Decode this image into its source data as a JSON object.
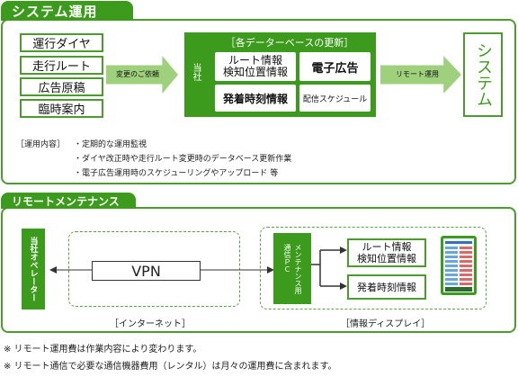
{
  "section1": {
    "title": "システム運用",
    "inputs": [
      "運行ダイヤ",
      "走行ルート",
      "広告原稿",
      "臨時案内"
    ],
    "request_label": "変更のご依頼",
    "company_label": "当社",
    "db_title": "［各データーベースの更新］",
    "db_items": {
      "route": "ルート情報\n検知位置情報",
      "ad": "電子広告",
      "departure": "発着時刻情報",
      "schedule": "配信スケジュール"
    },
    "remote_label": "リモート運用",
    "system_label": "システム",
    "content_header": "［運用内容］",
    "content_items": [
      "・定期的な運用監視",
      "・ダイヤ改正時や走行ルート変更時のデータベース更新作業",
      "・電子広告運用時のスケジューリングやアップロード 等"
    ]
  },
  "section2": {
    "title": "リモートメンテナンス",
    "operator_label": "当社オペレーター",
    "vpn_label": "VPN",
    "internet_label": "［インターネット］",
    "pc_label": "メンテナンス用\n通信ＰＣ",
    "display_items": [
      "ルート情報\n検知位置情報",
      "発着時刻情報"
    ],
    "display_label": "［情報ディスプレイ］"
  },
  "notes": [
    "※ リモート運用費は作業内容により変わります。",
    "※ リモート通信で必要な通信機器費用（レンタル）は月々の運用費に含まれます。"
  ],
  "colors": {
    "primary_green": "#3c9b1c",
    "light_green": "#9fd17c",
    "border_green": "#4d9a2e"
  }
}
